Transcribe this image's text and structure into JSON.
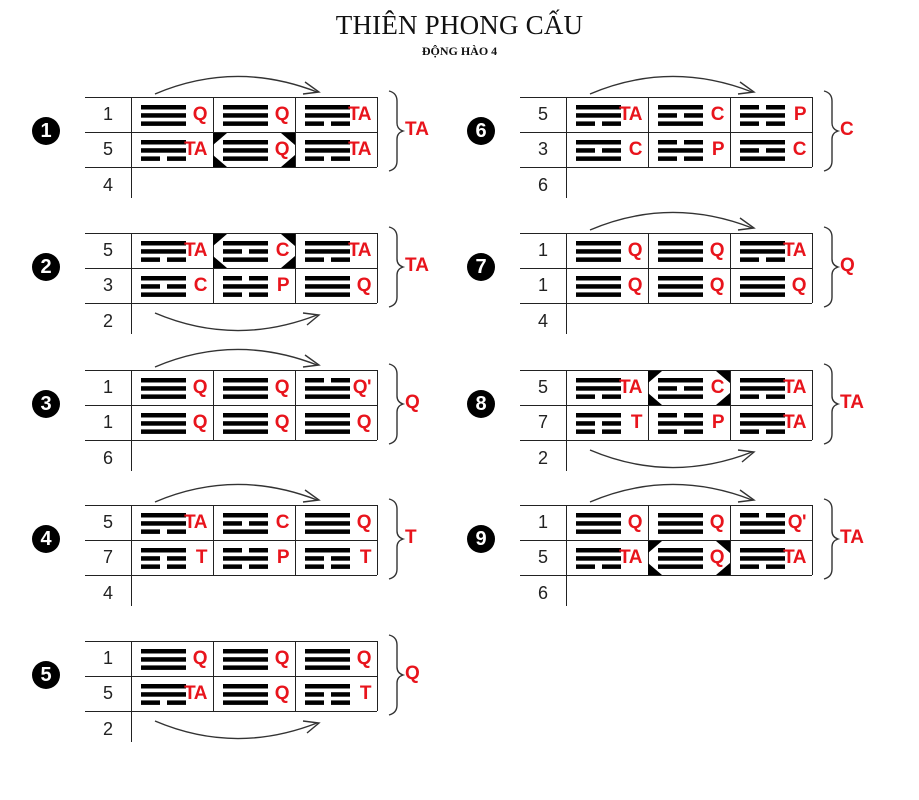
{
  "title": "THIÊN PHONG CẤU",
  "subtitle": "ĐỘNG HÀO 4",
  "trigrams": {
    "Q": [
      1,
      1,
      1
    ],
    "TA": [
      1,
      1,
      0
    ],
    "C": [
      1,
      0,
      1
    ],
    "P": [
      0,
      1,
      0
    ],
    "T": [
      1,
      0,
      0
    ],
    "Q'": [
      0,
      1,
      1
    ]
  },
  "panels": [
    {
      "number": "1",
      "rows": [
        {
          "label": "1",
          "cells": [
            "Q",
            "Q",
            "TA"
          ]
        },
        {
          "label": "5",
          "cells": [
            "TA",
            "Q",
            "TA"
          ]
        }
      ],
      "bottom_label": "4",
      "result": "TA",
      "arrow": "top",
      "highlight": {
        "row": 1,
        "col": 1
      }
    },
    {
      "number": "2",
      "rows": [
        {
          "label": "5",
          "cells": [
            "TA",
            "C",
            "TA"
          ]
        },
        {
          "label": "3",
          "cells": [
            "C",
            "P",
            "Q"
          ]
        }
      ],
      "bottom_label": "2",
      "result": "TA",
      "arrow": "bottom",
      "highlight": {
        "row": 0,
        "col": 1
      }
    },
    {
      "number": "3",
      "rows": [
        {
          "label": "1",
          "cells": [
            "Q",
            "Q",
            "Q'"
          ]
        },
        {
          "label": "1",
          "cells": [
            "Q",
            "Q",
            "Q"
          ]
        }
      ],
      "bottom_label": "6",
      "result": "Q",
      "arrow": "top",
      "highlight": null
    },
    {
      "number": "4",
      "rows": [
        {
          "label": "5",
          "cells": [
            "TA",
            "C",
            "Q"
          ]
        },
        {
          "label": "7",
          "cells": [
            "T",
            "P",
            "T"
          ]
        }
      ],
      "bottom_label": "4",
      "result": "T",
      "arrow": "top",
      "highlight": null
    },
    {
      "number": "5",
      "rows": [
        {
          "label": "1",
          "cells": [
            "Q",
            "Q",
            "Q"
          ]
        },
        {
          "label": "5",
          "cells": [
            "TA",
            "Q",
            "T"
          ]
        }
      ],
      "bottom_label": "2",
      "result": "Q",
      "arrow": "bottom",
      "highlight": null
    },
    {
      "number": "6",
      "rows": [
        {
          "label": "5",
          "cells": [
            "TA",
            "C",
            "P"
          ]
        },
        {
          "label": "3",
          "cells": [
            "C",
            "P",
            "C"
          ]
        }
      ],
      "bottom_label": "6",
      "result": "C",
      "arrow": "top",
      "highlight": null
    },
    {
      "number": "7",
      "rows": [
        {
          "label": "1",
          "cells": [
            "Q",
            "Q",
            "TA"
          ]
        },
        {
          "label": "1",
          "cells": [
            "Q",
            "Q",
            "Q"
          ]
        }
      ],
      "bottom_label": "4",
      "result": "Q",
      "arrow": "top",
      "highlight": null
    },
    {
      "number": "8",
      "rows": [
        {
          "label": "5",
          "cells": [
            "TA",
            "C",
            "TA"
          ]
        },
        {
          "label": "7",
          "cells": [
            "T",
            "P",
            "TA"
          ]
        }
      ],
      "bottom_label": "2",
      "result": "TA",
      "arrow": "bottom",
      "highlight": {
        "row": 0,
        "col": 1
      }
    },
    {
      "number": "9",
      "rows": [
        {
          "label": "1",
          "cells": [
            "Q",
            "Q",
            "Q'"
          ]
        },
        {
          "label": "5",
          "cells": [
            "TA",
            "Q",
            "TA"
          ]
        }
      ],
      "bottom_label": "6",
      "result": "TA",
      "arrow": "top",
      "highlight": {
        "row": 1,
        "col": 1
      }
    }
  ]
}
